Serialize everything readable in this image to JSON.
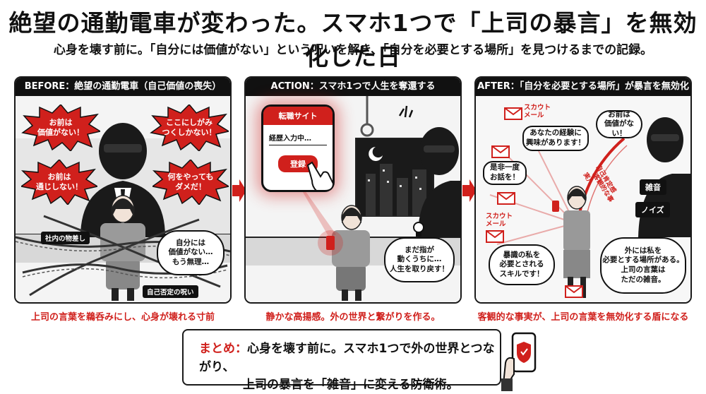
{
  "header": {
    "title": "絶望の通勤電車が変わった。スマホ1つで「上司の暴言」を無効化した日",
    "subtitle": "心身を壊す前に。「自分には価値がない」という呪いを解き、「自分を必要とする場所」を見つけるまでの記録。"
  },
  "panels": {
    "before": {
      "heading": "BEFORE：絶望の通勤電車（自己価値の喪失）",
      "bursts": [
        "お前は\n価値がない！",
        "ここにしがみ\nつくしかない！",
        "お前は\n通じしない！",
        "何をやっても\nダメだ！"
      ],
      "tag_top": "社内の物差し",
      "tag_bottom": "自己否定の呪い",
      "thought": "自分には\n価値がない…\nもう無理…",
      "caption": "上司の言葉を鵜呑みにし、心身が壊れる寸前"
    },
    "action": {
      "heading": "ACTION：スマホ1つで人生を奪還する",
      "phone_title": "転職サイト",
      "phone_input": "経歴入力中…",
      "phone_button": "登録",
      "thought": "まだ指が\n動くうちに…\n人生を取り戻す！",
      "caption": "静かな高揚感。外の世界と繋がりを作る。"
    },
    "after": {
      "heading": "AFTER：「自分を必要とする場所」が暴言を無効化",
      "scout_label_1": "スカウト\nメール",
      "scout_label_2": "スカウト\nメール",
      "bubble_experience": "あなたの経験に\n興味があります！",
      "bubble_meet": "是非一度\nお話を！",
      "bubble_skill": "暴識の私を\n必要とされる\nスキルです！",
      "boss_bubble": "お前は\n価値がない！",
      "noise_1": "雑音",
      "noise_2": "ノイズ",
      "shield_label": "自己肯定感\n（客観的な事実）",
      "thought": "外には私を\n必要とする場所がある。\n上司の言葉は\nただの雑音。",
      "caption": "客観的な事実が、上司の言葉を無効化する盾になる"
    }
  },
  "summary": {
    "key": "まとめ：",
    "line1": "心身を壊す前に。スマホ1つで外の世界とつながり、",
    "line2": "上司の暴言を「雑音」に変える防衛術。"
  },
  "colors": {
    "accent": "#d0201c",
    "ink": "#111111"
  },
  "icons": [
    "envelope-icon",
    "lightbulb-icon",
    "shield-icon",
    "hand-phone-icon",
    "arrow-right-icon"
  ]
}
